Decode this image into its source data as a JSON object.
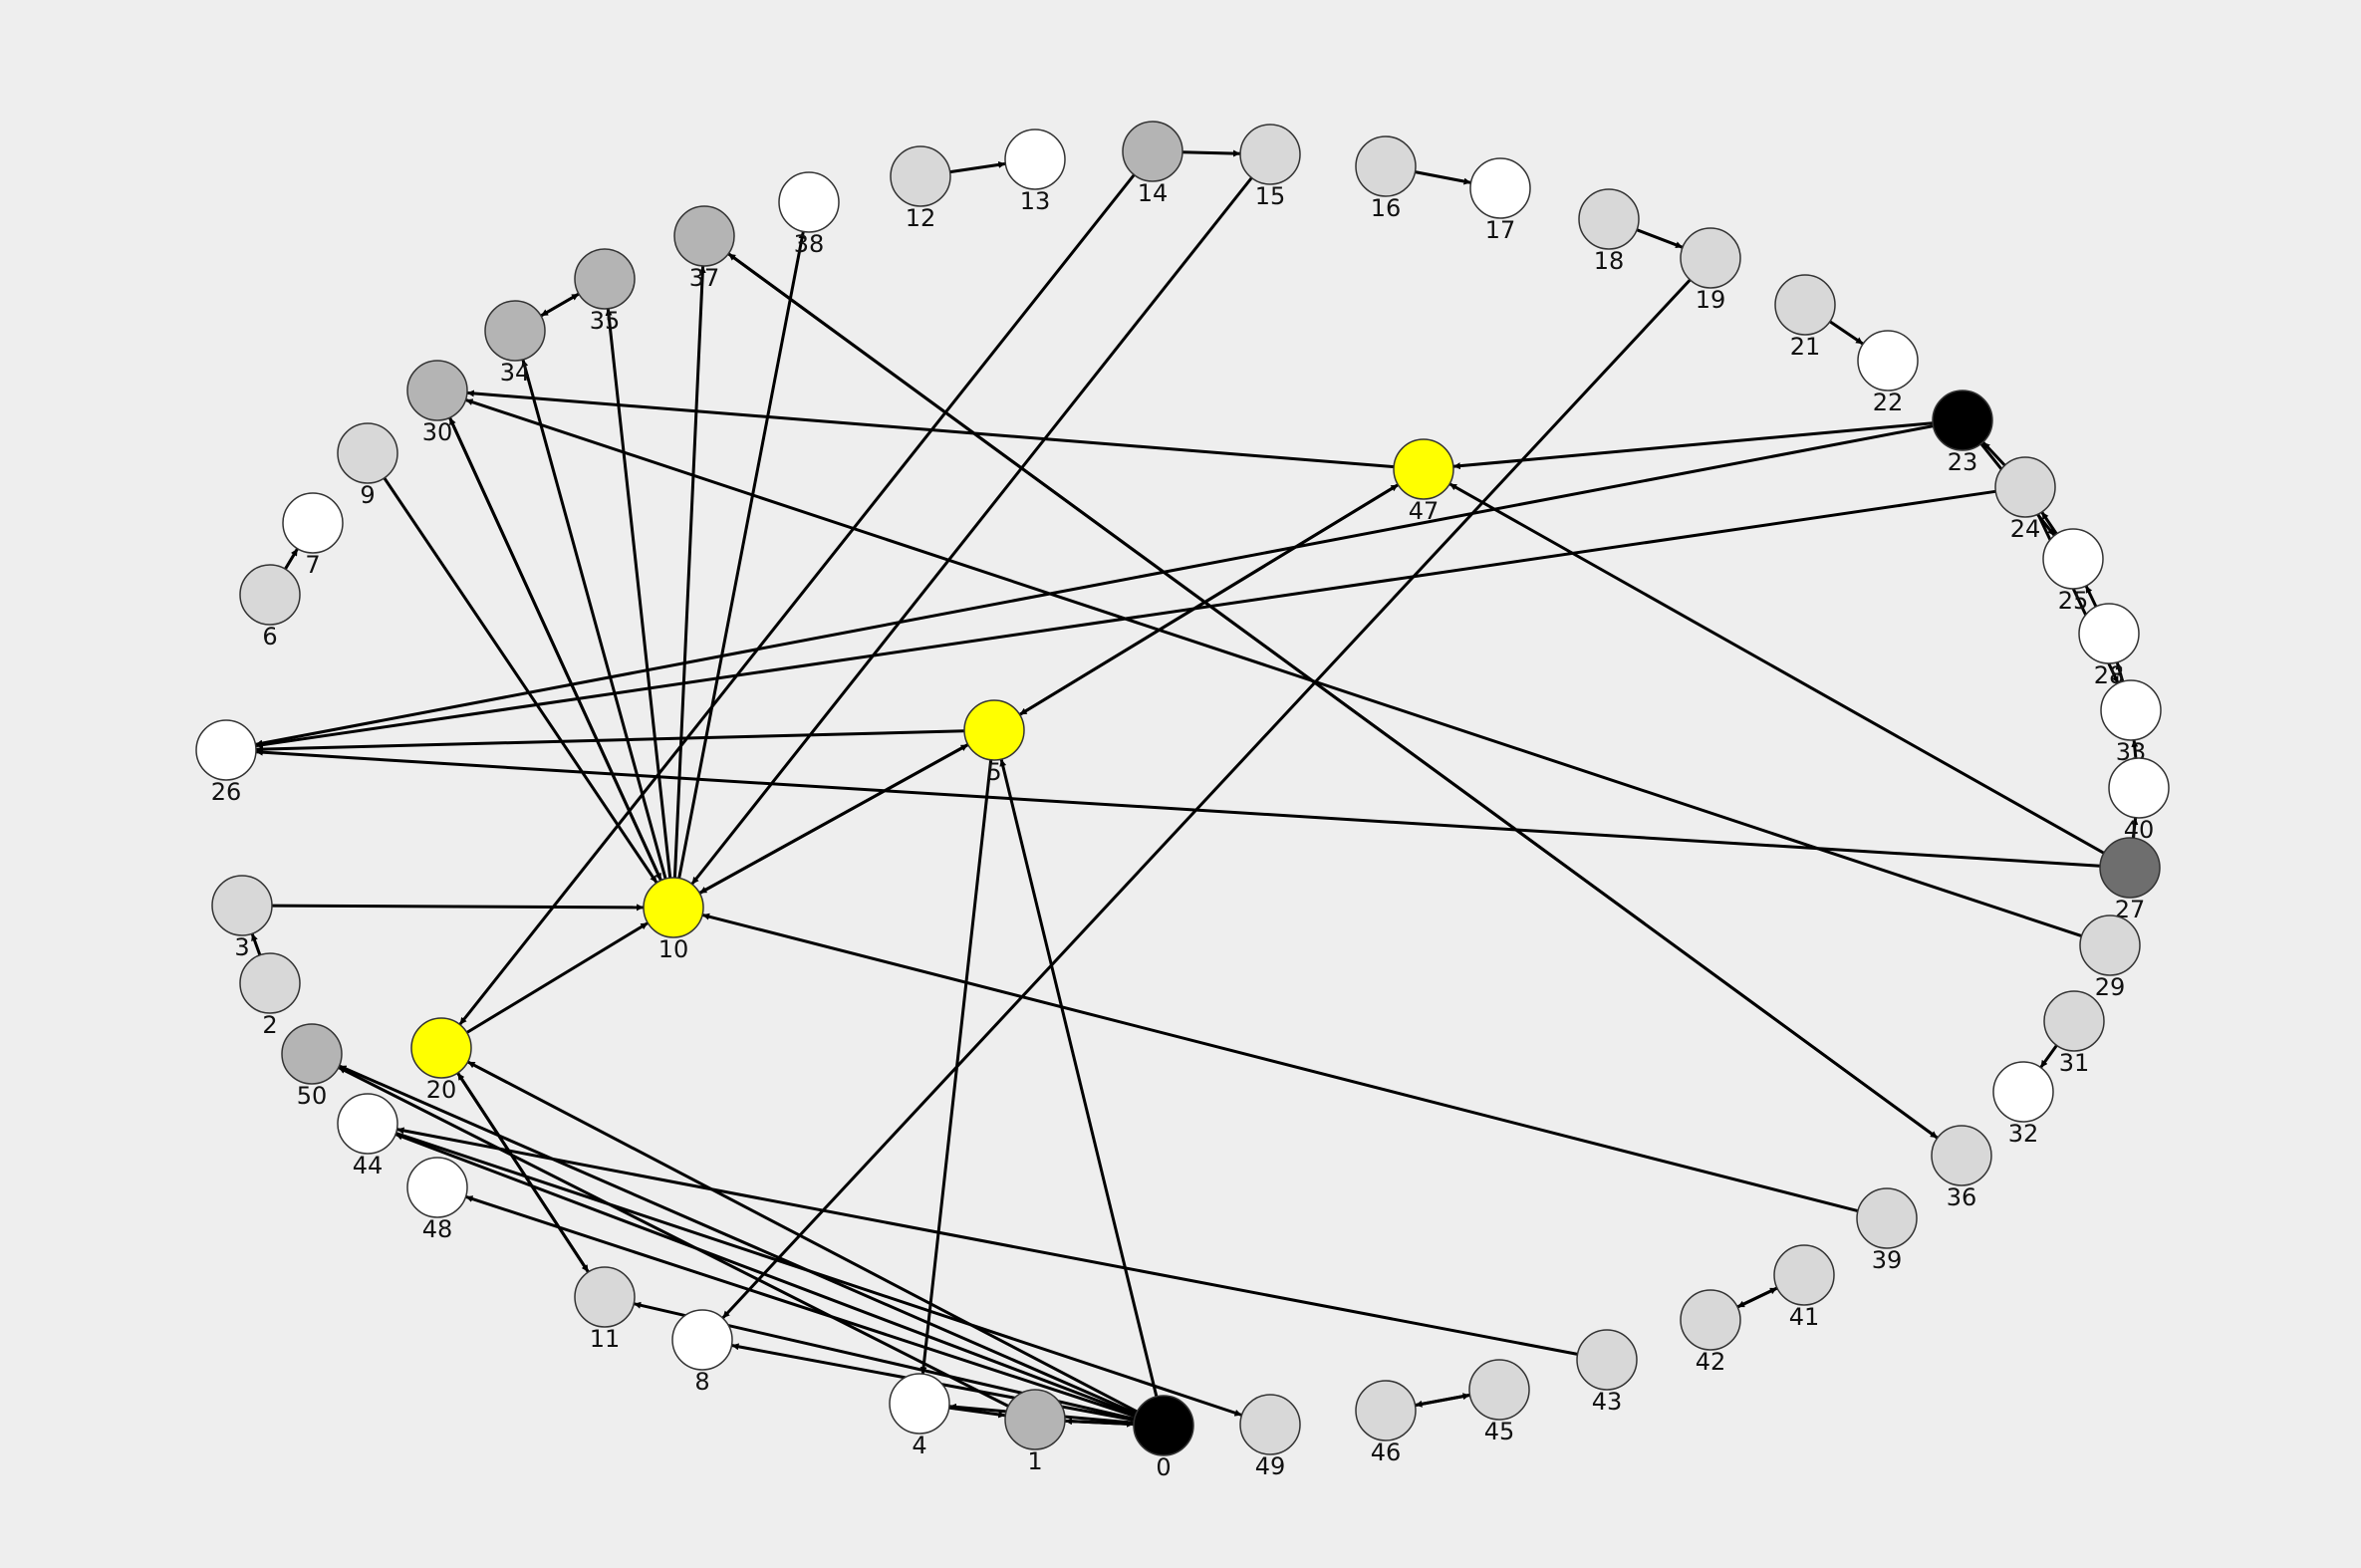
{
  "graph": {
    "background": "#eeeeee",
    "fill_shades": {
      "black": "#000000",
      "dark": "#6e6e6e",
      "mid": "#b4b4b4",
      "light": "#d8d8d8",
      "white": "#ffffff",
      "highlight": "#ffff00"
    },
    "nodes": [
      {
        "id": "0",
        "label": "0",
        "shade": "black"
      },
      {
        "id": "1",
        "label": "1",
        "shade": "mid"
      },
      {
        "id": "2",
        "label": "2",
        "shade": "light"
      },
      {
        "id": "3",
        "label": "3",
        "shade": "light"
      },
      {
        "id": "4",
        "label": "4",
        "shade": "white"
      },
      {
        "id": "5",
        "label": "5",
        "shade": "highlight"
      },
      {
        "id": "6",
        "label": "6",
        "shade": "light"
      },
      {
        "id": "7",
        "label": "7",
        "shade": "white"
      },
      {
        "id": "8",
        "label": "8",
        "shade": "white"
      },
      {
        "id": "9",
        "label": "9",
        "shade": "light"
      },
      {
        "id": "10",
        "label": "10",
        "shade": "highlight"
      },
      {
        "id": "11",
        "label": "11",
        "shade": "light"
      },
      {
        "id": "12",
        "label": "12",
        "shade": "light"
      },
      {
        "id": "13",
        "label": "13",
        "shade": "white"
      },
      {
        "id": "14",
        "label": "14",
        "shade": "mid"
      },
      {
        "id": "15",
        "label": "15",
        "shade": "light"
      },
      {
        "id": "16",
        "label": "16",
        "shade": "light"
      },
      {
        "id": "17",
        "label": "17",
        "shade": "white"
      },
      {
        "id": "18",
        "label": "18",
        "shade": "light"
      },
      {
        "id": "19",
        "label": "19",
        "shade": "light"
      },
      {
        "id": "20",
        "label": "20",
        "shade": "highlight"
      },
      {
        "id": "21",
        "label": "21",
        "shade": "light"
      },
      {
        "id": "22",
        "label": "22",
        "shade": "white"
      },
      {
        "id": "23",
        "label": "23",
        "shade": "black"
      },
      {
        "id": "24",
        "label": "24",
        "shade": "light"
      },
      {
        "id": "25",
        "label": "25",
        "shade": "white"
      },
      {
        "id": "26",
        "label": "26",
        "shade": "white"
      },
      {
        "id": "27",
        "label": "27",
        "shade": "dark"
      },
      {
        "id": "28",
        "label": "28",
        "shade": "white"
      },
      {
        "id": "29",
        "label": "29",
        "shade": "light"
      },
      {
        "id": "30",
        "label": "30",
        "shade": "mid"
      },
      {
        "id": "31",
        "label": "31",
        "shade": "light"
      },
      {
        "id": "32",
        "label": "32",
        "shade": "white"
      },
      {
        "id": "33",
        "label": "33",
        "shade": "white"
      },
      {
        "id": "34",
        "label": "34",
        "shade": "mid"
      },
      {
        "id": "35",
        "label": "35",
        "shade": "mid"
      },
      {
        "id": "36",
        "label": "36",
        "shade": "light"
      },
      {
        "id": "37",
        "label": "37",
        "shade": "mid"
      },
      {
        "id": "38",
        "label": "38",
        "shade": "white"
      },
      {
        "id": "39",
        "label": "39",
        "shade": "light"
      },
      {
        "id": "40",
        "label": "40",
        "shade": "white"
      },
      {
        "id": "41",
        "label": "41",
        "shade": "light"
      },
      {
        "id": "42",
        "label": "42",
        "shade": "light"
      },
      {
        "id": "43",
        "label": "43",
        "shade": "light"
      },
      {
        "id": "44",
        "label": "44",
        "shade": "white"
      },
      {
        "id": "45",
        "label": "45",
        "shade": "light"
      },
      {
        "id": "46",
        "label": "46",
        "shade": "light"
      },
      {
        "id": "47",
        "label": "47",
        "shade": "highlight"
      },
      {
        "id": "48",
        "label": "48",
        "shade": "white"
      },
      {
        "id": "49",
        "label": "49",
        "shade": "light"
      },
      {
        "id": "50",
        "label": "50",
        "shade": "mid"
      }
    ],
    "edges": [
      {
        "from": "0",
        "to": "1"
      },
      {
        "from": "0",
        "to": "4"
      },
      {
        "from": "0",
        "to": "8"
      },
      {
        "from": "0",
        "to": "11"
      },
      {
        "from": "0",
        "to": "20"
      },
      {
        "from": "0",
        "to": "44"
      },
      {
        "from": "0",
        "to": "48"
      },
      {
        "from": "0",
        "to": "50"
      },
      {
        "from": "0",
        "to": "5"
      },
      {
        "from": "1",
        "to": "0"
      },
      {
        "from": "1",
        "to": "50"
      },
      {
        "from": "4",
        "to": "1"
      },
      {
        "from": "5",
        "to": "4"
      },
      {
        "from": "5",
        "to": "10"
      },
      {
        "from": "5",
        "to": "26"
      },
      {
        "from": "5",
        "to": "47"
      },
      {
        "from": "10",
        "to": "5"
      },
      {
        "from": "47",
        "to": "5"
      },
      {
        "from": "3",
        "to": "10"
      },
      {
        "from": "9",
        "to": "10"
      },
      {
        "from": "10",
        "to": "30"
      },
      {
        "from": "10",
        "to": "34"
      },
      {
        "from": "10",
        "to": "35"
      },
      {
        "from": "10",
        "to": "37"
      },
      {
        "from": "10",
        "to": "38"
      },
      {
        "from": "30",
        "to": "10"
      },
      {
        "from": "14",
        "to": "20"
      },
      {
        "from": "15",
        "to": "10"
      },
      {
        "from": "20",
        "to": "10"
      },
      {
        "from": "20",
        "to": "11"
      },
      {
        "from": "11",
        "to": "20"
      },
      {
        "from": "19",
        "to": "8"
      },
      {
        "from": "23",
        "to": "47"
      },
      {
        "from": "23",
        "to": "26"
      },
      {
        "from": "23",
        "to": "25"
      },
      {
        "from": "24",
        "to": "26"
      },
      {
        "from": "24",
        "to": "33"
      },
      {
        "from": "27",
        "to": "47"
      },
      {
        "from": "27",
        "to": "26"
      },
      {
        "from": "29",
        "to": "30"
      },
      {
        "from": "47",
        "to": "30"
      },
      {
        "from": "39",
        "to": "10"
      },
      {
        "from": "43",
        "to": "44"
      },
      {
        "from": "37",
        "to": "36"
      },
      {
        "from": "36",
        "to": "37"
      },
      {
        "from": "44",
        "to": "49"
      },
      {
        "from": "12",
        "to": "13"
      },
      {
        "from": "14",
        "to": "15"
      },
      {
        "from": "16",
        "to": "17"
      },
      {
        "from": "18",
        "to": "19"
      },
      {
        "from": "21",
        "to": "22"
      },
      {
        "from": "6",
        "to": "7"
      },
      {
        "from": "2",
        "to": "3"
      },
      {
        "from": "31",
        "to": "32"
      },
      {
        "from": "42",
        "to": "41"
      },
      {
        "from": "41",
        "to": "42"
      },
      {
        "from": "46",
        "to": "45"
      },
      {
        "from": "45",
        "to": "46"
      },
      {
        "from": "34",
        "to": "35"
      },
      {
        "from": "35",
        "to": "34"
      },
      {
        "from": "25",
        "to": "24"
      },
      {
        "from": "28",
        "to": "25"
      },
      {
        "from": "33",
        "to": "28"
      },
      {
        "from": "40",
        "to": "33"
      },
      {
        "from": "27",
        "to": "40"
      },
      {
        "from": "24",
        "to": "23"
      }
    ]
  }
}
